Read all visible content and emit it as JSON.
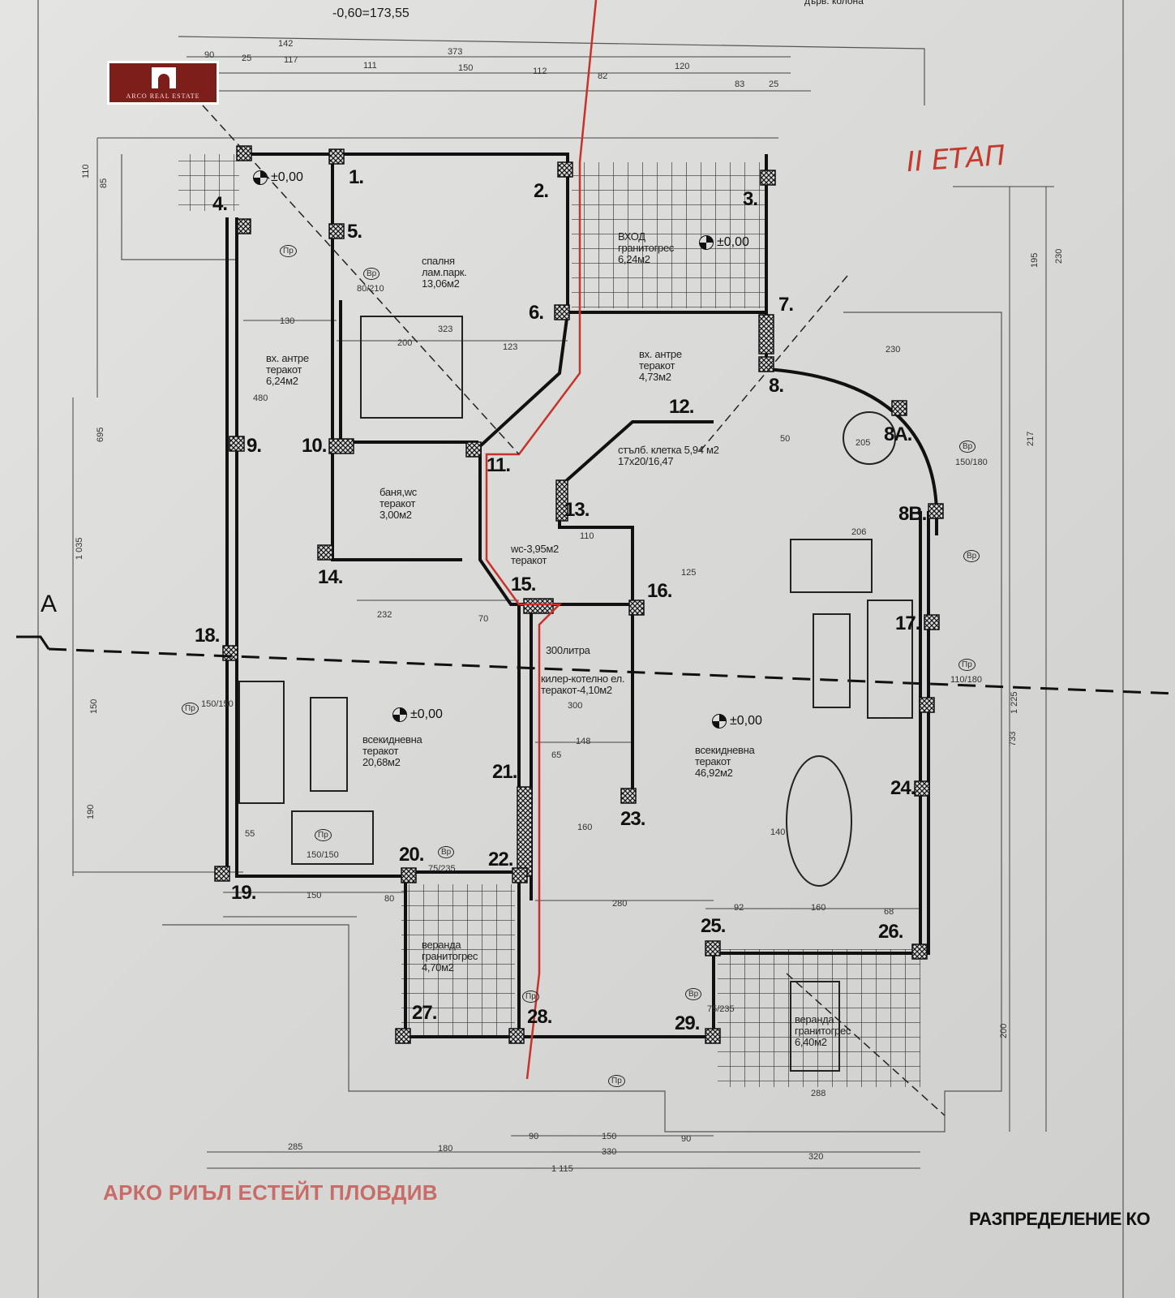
{
  "logo": {
    "text": "ARCO REAL ESTATE",
    "color": "#7d1e1b"
  },
  "watermark": "АРКО РИЪЛ ЕСТЕЙТ ПЛОВДИВ",
  "stage_note": "II ЕТАП",
  "section_marker": "A",
  "top_level": "-0,60=173,55",
  "wood_column": "дърв. колона",
  "drawing_title": "РАЗПРЕДЕЛЕНИЕ КО",
  "rooms": [
    {
      "lines": [
        "спалня",
        "лам.парк.",
        "13,06м2"
      ]
    },
    {
      "lines": [
        "ВХОД",
        "гранитогрес",
        "6,24м2"
      ]
    },
    {
      "lines": [
        "вх. антре",
        "теракот",
        "6,24м2"
      ]
    },
    {
      "lines": [
        "вх. антре",
        "теракот",
        "4,73м2"
      ]
    },
    {
      "lines": [
        "баня,wc",
        "теракот",
        "3,00м2"
      ]
    },
    {
      "lines": [
        "стълб. клетка 5,94 м2",
        "17х20/16,47"
      ]
    },
    {
      "lines": [
        "wc-3,95м2",
        "теракот"
      ]
    },
    {
      "lines": [
        "300литра"
      ]
    },
    {
      "lines": [
        "килер-котелно ел.",
        "теракот-4,10м2"
      ]
    },
    {
      "lines": [
        "всекидневна",
        "теракот",
        "20,68м2"
      ]
    },
    {
      "lines": [
        "всекидневна",
        "теракот",
        "46,92м2"
      ]
    },
    {
      "lines": [
        "веранда",
        "гранитогрес",
        "4,70м2"
      ]
    },
    {
      "lines": [
        "веранда",
        "гранитогрес",
        "6,40м2"
      ]
    }
  ],
  "levels": [
    "±0,00",
    "±0,00",
    "±0,00",
    "±0,00"
  ],
  "axis_numbers": [
    "1.",
    "2.",
    "3.",
    "4.",
    "5.",
    "6.",
    "7.",
    "8.",
    "8A.",
    "8B.",
    "9.",
    "10.",
    "11.",
    "12.",
    "13.",
    "14.",
    "15.",
    "16.",
    "17.",
    "18.",
    "19.",
    "20.",
    "21.",
    "22.",
    "23.",
    "24.",
    "25.",
    "26.",
    "27.",
    "28.",
    "29."
  ],
  "dimensions": {
    "top": [
      "90",
      "25",
      "117",
      "142",
      "111",
      "373",
      "150",
      "112",
      "82",
      "120",
      "83",
      "25"
    ],
    "bottom": [
      "285",
      "180",
      "90",
      "150",
      "90",
      "330",
      "320",
      "1 115"
    ],
    "left": [
      "110",
      "85",
      "695",
      "1 035",
      "150",
      "190"
    ],
    "right": [
      "230",
      "195",
      "217",
      "1 225",
      "733",
      "200"
    ],
    "inner": [
      "130",
      "323",
      "200",
      "123",
      "480",
      "232",
      "70",
      "148",
      "65",
      "160",
      "280",
      "92",
      "160",
      "68",
      "206",
      "205",
      "50",
      "230",
      "288",
      "150",
      "80",
      "55",
      "140",
      "110",
      "125",
      "300"
    ]
  },
  "door_tags": [
    "Вр",
    "Вр",
    "Вр",
    "Вр",
    "Вр",
    "Пр",
    "Пр",
    "Пр",
    "Пр",
    "Пр",
    "Пр"
  ],
  "door_sizes": [
    "80/210",
    "75/235",
    "75/235",
    "150/180",
    "110/180",
    "150/150",
    "150/150"
  ]
}
